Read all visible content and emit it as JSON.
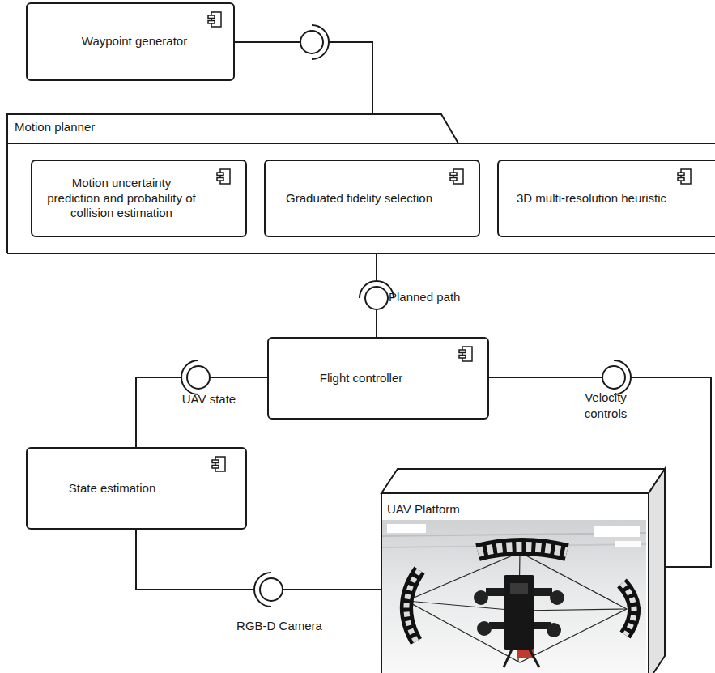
{
  "diagram": {
    "nodes": [
      {
        "text": [
          "Waypoint generator"
        ]
      },
      {
        "text": [
          "Motion planner"
        ]
      },
      {
        "text": [
          "Motion uncertainty prediction and probability of collision estimation"
        ],
        "in": 1
      },
      {
        "text": [
          "Graduated fidelity selection"
        ],
        "in": 1
      },
      {
        "text": [
          "3D multi-resolution heuristic"
        ],
        "in": 1
      },
      {
        "text": [
          "Flight controller"
        ]
      },
      {
        "text": [
          "State estimation"
        ]
      },
      {
        "text": [
          "UAV Platform"
        ]
      }
    ],
    "edges": [
      {
        "from": 0,
        "to": 1,
        "arrow": "none"
      },
      {
        "from": 1,
        "to": 5,
        "label": "Planned path",
        "arrow": "none"
      },
      {
        "from": 5,
        "to": 6,
        "label": "UAV state",
        "arrow": "none"
      },
      {
        "from": 5,
        "to": 7,
        "label": "Velocity controls",
        "arrow": "none"
      },
      {
        "from": 7,
        "to": 6,
        "label": "RGB-D Camera",
        "arrow": "none"
      }
    ]
  }
}
